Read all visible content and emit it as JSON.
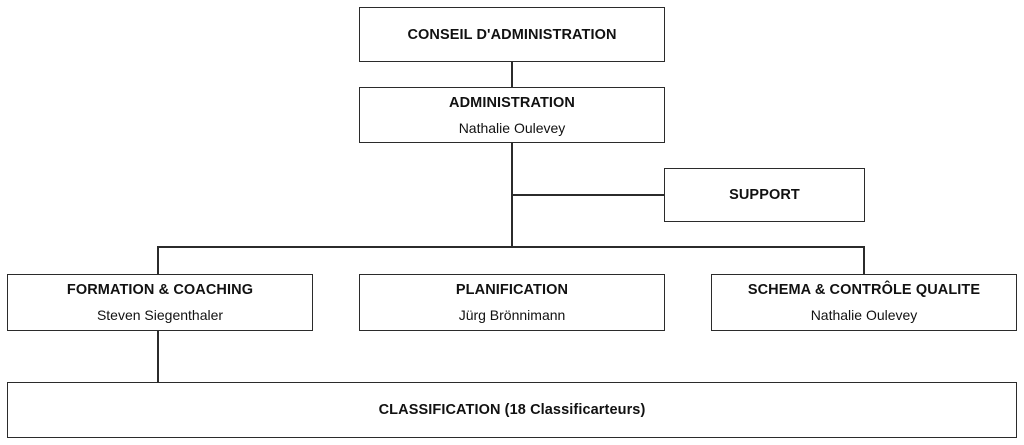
{
  "org_chart": {
    "board": {
      "title": "CONSEIL D'ADMINISTRATION"
    },
    "administration": {
      "title": "ADMINISTRATION",
      "person": "Nathalie Oulevey"
    },
    "support": {
      "title": "SUPPORT"
    },
    "formation": {
      "title": "FORMATION & COACHING",
      "person": "Steven Siegenthaler"
    },
    "planification": {
      "title": "PLANIFICATION",
      "person": "Jürg Brönnimann"
    },
    "schema": {
      "title": "SCHEMA & CONTRÔLE QUALITE",
      "person": "Nathalie Oulevey"
    },
    "classification": {
      "title": "CLASSIFICATION (18 Classificarteurs)"
    }
  }
}
